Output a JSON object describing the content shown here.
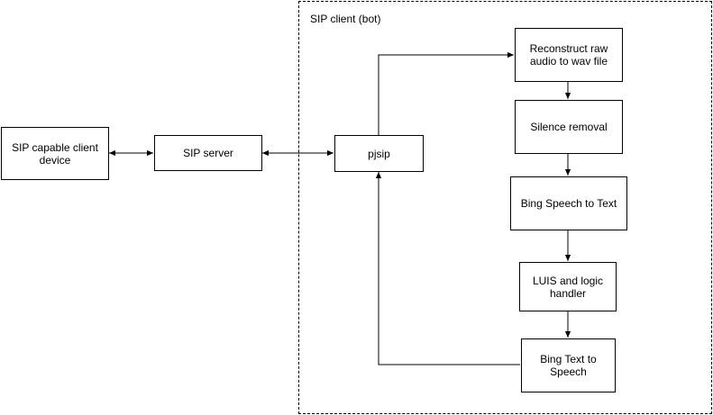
{
  "container": {
    "label": "SIP client (bot)"
  },
  "nodes": {
    "client_device": "SIP capable client\ndevice",
    "sip_server": "SIP server",
    "pjsip": "pjsip",
    "reconstruct": "Reconstruct raw\naudio to wav file",
    "silence": "Silence removal",
    "bing_stt": "Bing Speech to Text",
    "luis": "LUIS and logic\nhandler",
    "bing_tts": "Bing Text to\nSpeech"
  },
  "colors": {
    "stroke": "#000000",
    "fill": "#ffffff"
  }
}
